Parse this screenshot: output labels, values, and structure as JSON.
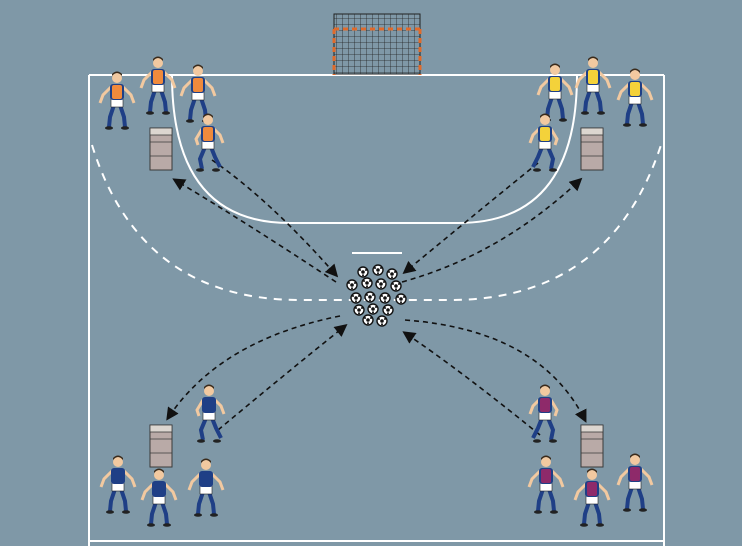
{
  "diagram": {
    "colors": {
      "court": "#7f98a7",
      "lines": "#ffffff",
      "arrows": "#111111",
      "orange_bib": "#f08a3c",
      "yellow_bib": "#f4d23a",
      "purple_bib": "#8e2a6a",
      "blue_kit": "#1f3f86",
      "box": "#b9aaa7",
      "goal_post": "#e06a2a"
    },
    "groups": [
      {
        "name": "orange-team",
        "icon": "player-icon",
        "count": 4
      },
      {
        "name": "yellow-team",
        "icon": "player-icon",
        "count": 4
      },
      {
        "name": "blue-team",
        "icon": "player-icon",
        "count": 4
      },
      {
        "name": "purple-team",
        "icon": "player-icon",
        "count": 4
      }
    ],
    "equipment": {
      "boxes": 4,
      "balls": 16,
      "goal": "goal-icon",
      "ball_icon": "ball-icon",
      "box_icon": "box-icon"
    },
    "movement_arrows": 8
  }
}
